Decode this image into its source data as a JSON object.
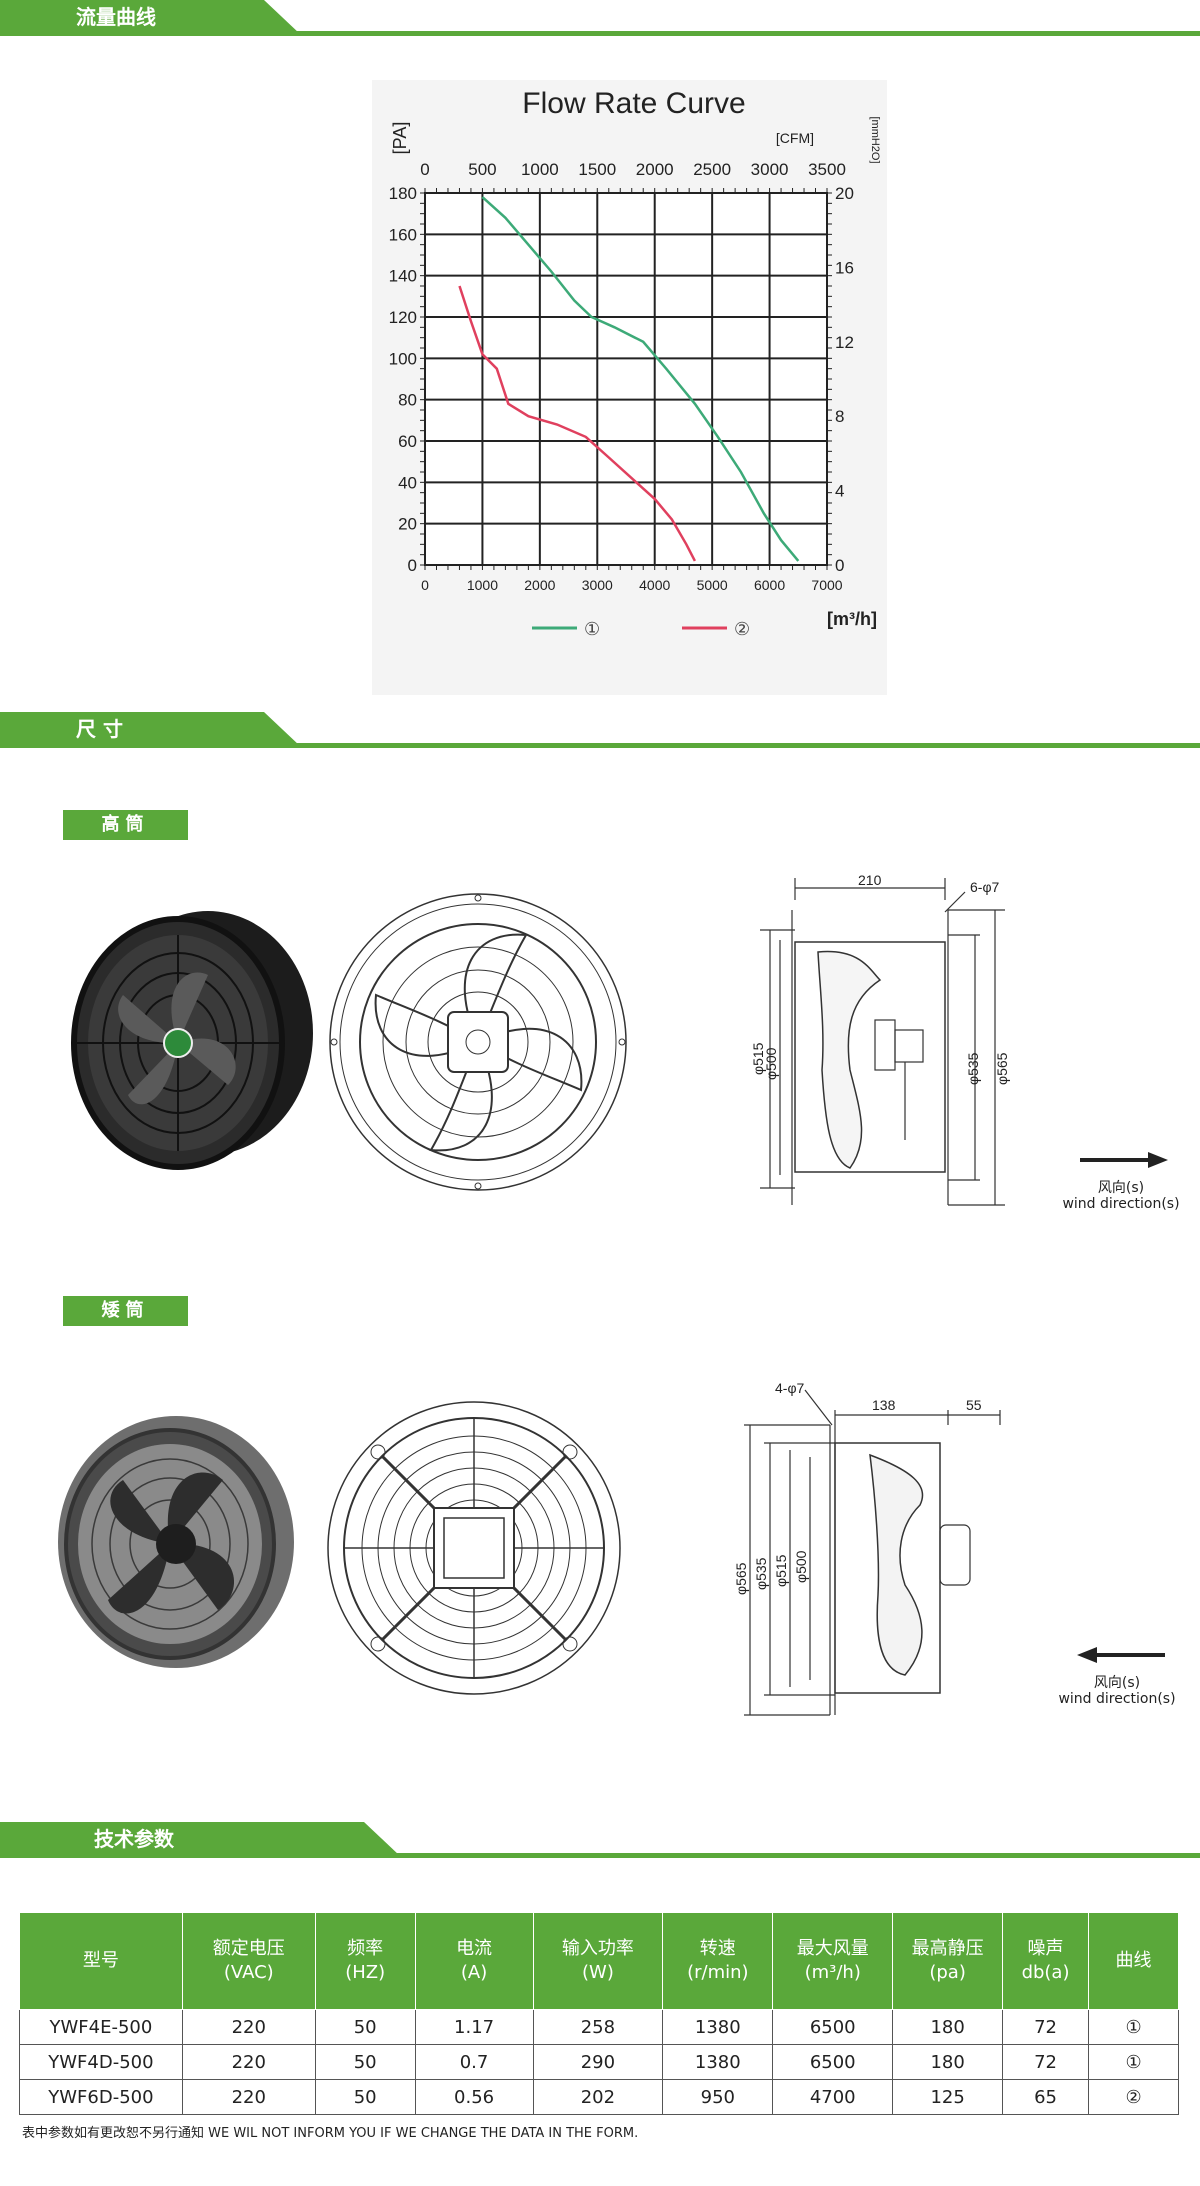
{
  "sections": {
    "flow": "流量曲线",
    "dimensions": "尺  寸",
    "specs": "技术参数"
  },
  "sub_labels": {
    "tall": "高筒",
    "short": "矮筒"
  },
  "chart_data": {
    "type": "line",
    "title": "Flow Rate Curve",
    "ylabel_left": "[PA]",
    "ylabel_right": "[mmH2O]",
    "xlabel_top": "[CFM]",
    "xlabel_bottom": "[m³/h]",
    "x_ticks_bottom": [
      0,
      1000,
      2000,
      3000,
      4000,
      5000,
      6000,
      7000
    ],
    "x_ticks_top": [
      0,
      500,
      1000,
      1500,
      2000,
      2500,
      3000,
      3500
    ],
    "y_ticks_left": [
      0,
      20,
      40,
      60,
      80,
      100,
      120,
      140,
      160,
      180
    ],
    "y_ticks_right": [
      0,
      4,
      8,
      12,
      16,
      20
    ],
    "xlim": [
      0,
      7000
    ],
    "ylim": [
      0,
      180
    ],
    "grid": true,
    "series": [
      {
        "name": "①",
        "color": "#3daa78",
        "points": [
          [
            1000,
            178
          ],
          [
            1400,
            168
          ],
          [
            1800,
            155
          ],
          [
            2200,
            142
          ],
          [
            2600,
            128
          ],
          [
            2900,
            120
          ],
          [
            3300,
            115
          ],
          [
            3800,
            108
          ],
          [
            4200,
            95
          ],
          [
            4700,
            78
          ],
          [
            5100,
            62
          ],
          [
            5500,
            45
          ],
          [
            5900,
            25
          ],
          [
            6200,
            12
          ],
          [
            6500,
            2
          ]
        ]
      },
      {
        "name": "②",
        "color": "#e0405e",
        "points": [
          [
            600,
            135
          ],
          [
            800,
            118
          ],
          [
            1000,
            102
          ],
          [
            1250,
            95
          ],
          [
            1450,
            78
          ],
          [
            1800,
            72
          ],
          [
            2300,
            68
          ],
          [
            2800,
            62
          ],
          [
            3200,
            52
          ],
          [
            3600,
            42
          ],
          [
            4000,
            32
          ],
          [
            4300,
            22
          ],
          [
            4550,
            10
          ],
          [
            4700,
            2
          ]
        ]
      }
    ],
    "legend": [
      "①",
      "②"
    ]
  },
  "dims_tall": {
    "top": "210",
    "holes": "6-φ7",
    "d515": "φ515",
    "d500": "φ500",
    "d535": "φ535",
    "d565": "φ565"
  },
  "dims_short": {
    "holes": "4-φ7",
    "w138": "138",
    "w55": "55",
    "d565": "φ565",
    "d535": "φ535",
    "d515": "φ515",
    "d500": "φ500"
  },
  "wind": {
    "cn": "风向(s)",
    "en": "wind direction(s)"
  },
  "table": {
    "headers": [
      [
        "型号",
        ""
      ],
      [
        "额定电压",
        "(VAC)"
      ],
      [
        "频率",
        "(HZ)"
      ],
      [
        "电流",
        "(A)"
      ],
      [
        "输入功率",
        "(W)"
      ],
      [
        "转速",
        "(r/min)"
      ],
      [
        "最大风量",
        "(m³/h)"
      ],
      [
        "最高静压",
        "(pa)"
      ],
      [
        "噪声",
        "db(a)"
      ],
      [
        "曲线",
        ""
      ]
    ],
    "rows": [
      [
        "YWF4E-500",
        "220",
        "50",
        "1.17",
        "258",
        "1380",
        "6500",
        "180",
        "72",
        "①"
      ],
      [
        "YWF4D-500",
        "220",
        "50",
        "0.7",
        "290",
        "1380",
        "6500",
        "180",
        "72",
        "①"
      ],
      [
        "YWF6D-500",
        "220",
        "50",
        "0.56",
        "202",
        "950",
        "4700",
        "125",
        "65",
        "②"
      ]
    ]
  },
  "note": "表中参数如有更改恕不另行通知 WE WIL NOT INFORM YOU IF WE CHANGE THE DATA IN THE FORM."
}
